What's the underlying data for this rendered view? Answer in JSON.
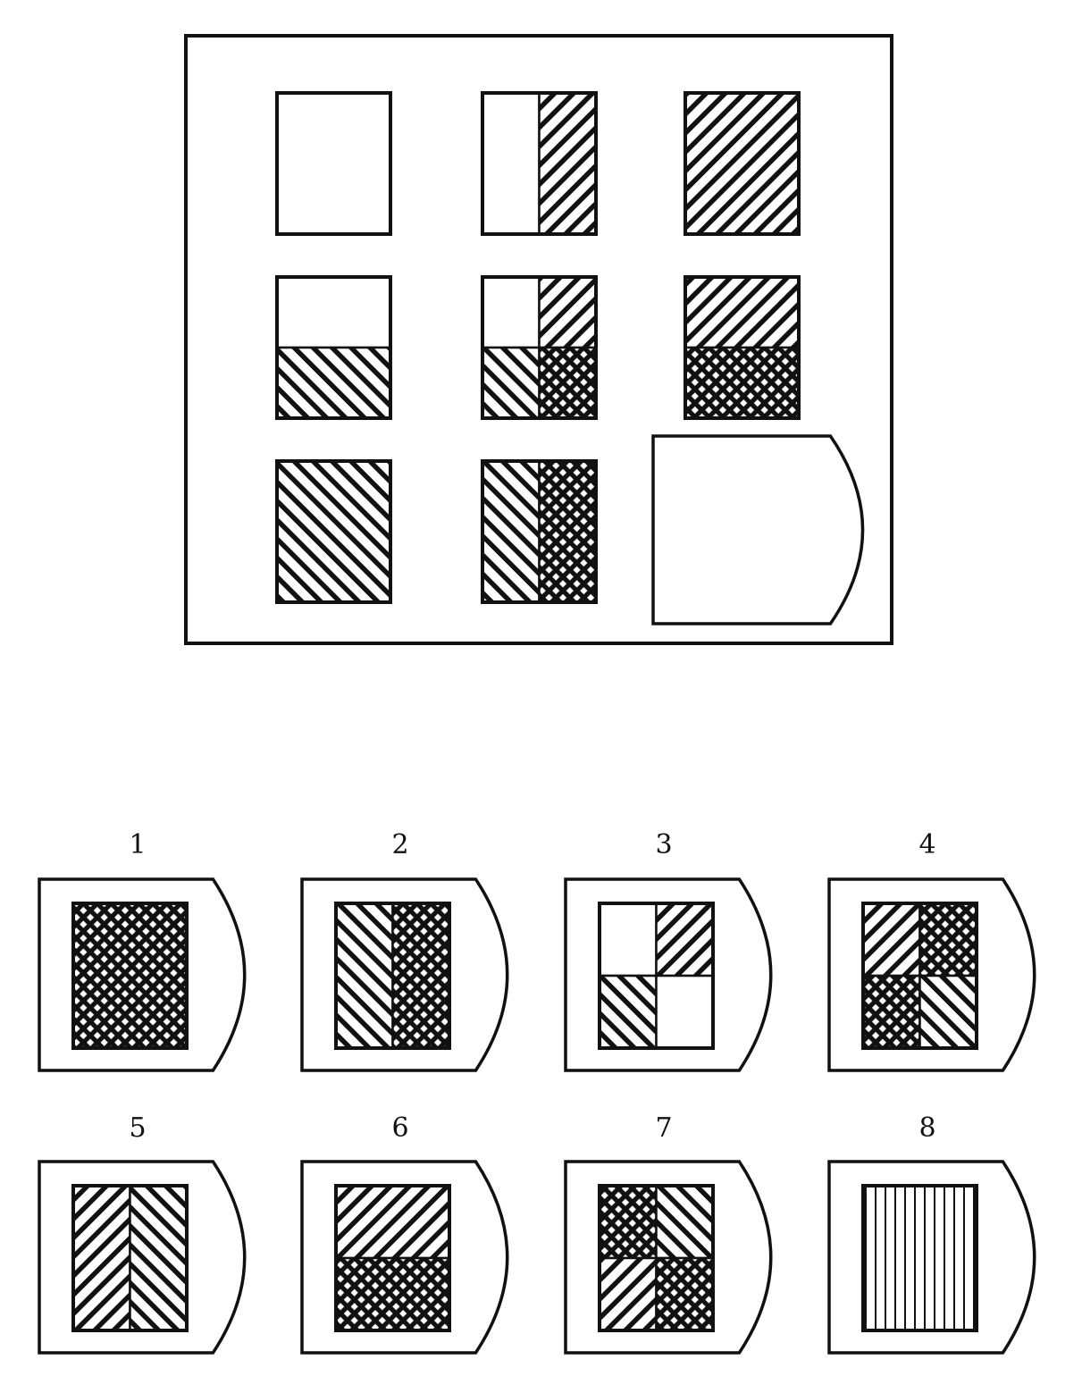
{
  "colors": {
    "ink": "#111111",
    "paper": "#ffffff"
  },
  "matrix": {
    "rows": [
      [
        {
          "layout": "full",
          "cells": [
            "blank"
          ]
        },
        {
          "layout": "vsplit",
          "cells": [
            "blank",
            "diag_ne"
          ]
        },
        {
          "layout": "full",
          "cells": [
            "diag_ne"
          ]
        }
      ],
      [
        {
          "layout": "hsplit",
          "cells": [
            "blank",
            "diag_nw"
          ]
        },
        {
          "layout": "quad",
          "cells": [
            "blank",
            "diag_ne",
            "diag_nw",
            "cross"
          ]
        },
        {
          "layout": "hsplit",
          "cells": [
            "diag_ne",
            "cross"
          ]
        }
      ],
      [
        {
          "layout": "full",
          "cells": [
            "diag_nw"
          ]
        },
        {
          "layout": "vsplit",
          "cells": [
            "diag_nw",
            "cross"
          ]
        },
        {
          "missing": true
        }
      ]
    ]
  },
  "options": [
    {
      "label": "1",
      "layout": "full",
      "cells": [
        "cross"
      ]
    },
    {
      "label": "2",
      "layout": "vsplit",
      "cells": [
        "diag_nw",
        "cross"
      ]
    },
    {
      "label": "3",
      "layout": "quad",
      "cells": [
        "blank",
        "diag_ne",
        "diag_nw",
        "blank"
      ]
    },
    {
      "label": "4",
      "layout": "quad",
      "cells": [
        "diag_ne",
        "cross",
        "cross",
        "diag_nw"
      ]
    },
    {
      "label": "5",
      "layout": "vsplit",
      "cells": [
        "diag_ne",
        "diag_nw"
      ]
    },
    {
      "label": "6",
      "layout": "hsplit",
      "cells": [
        "diag_ne",
        "cross"
      ]
    },
    {
      "label": "7",
      "layout": "quad",
      "cells": [
        "cross",
        "diag_nw",
        "diag_ne",
        "cross"
      ]
    },
    {
      "label": "8",
      "layout": "full",
      "cells": [
        "vertical"
      ]
    }
  ]
}
